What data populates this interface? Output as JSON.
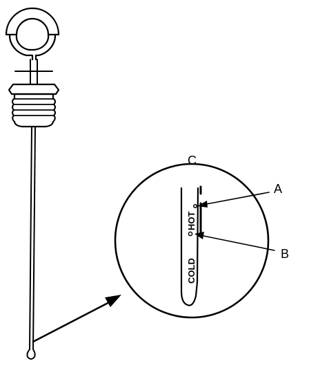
{
  "callouts": {
    "a": "A",
    "b": "B",
    "c": "C"
  },
  "scale": {
    "hot": "HOT",
    "cold": "COLD"
  },
  "colors": {
    "ink": "#000000",
    "background": "#ffffff"
  }
}
